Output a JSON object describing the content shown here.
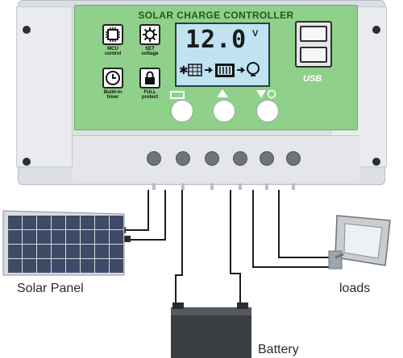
{
  "controller": {
    "title": "SOLAR CHARGE CONTROLLER",
    "voltage_value": "12.0",
    "voltage_unit": "V",
    "usb_label": "USB",
    "feature_icons": [
      {
        "label_line1": "MCU",
        "label_line2": "control"
      },
      {
        "label_line1": "SET",
        "label_line2": "voltage"
      },
      {
        "label_line1": "Build-in",
        "label_line2": "timer"
      },
      {
        "label_line1": "FULL",
        "label_line2": "protect"
      }
    ],
    "buttons": [
      "menu",
      "up",
      "load-switch"
    ]
  },
  "labels": {
    "solar_panel": "Solar Panel",
    "battery": "Battery",
    "loads": "loads"
  },
  "colors": {
    "panel_green": "#8fd08a",
    "lcd_blue": "#bfe3f0",
    "body_gray": "#dcdfe3",
    "solar_cell": "#3e4a66"
  }
}
